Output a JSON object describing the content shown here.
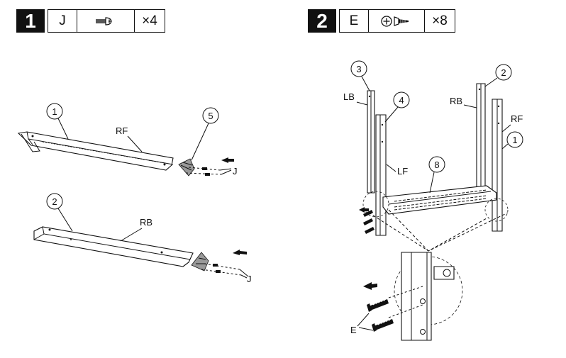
{
  "step1": {
    "number": "1",
    "part_letter": "J",
    "screw_icon": "pan-head-screw-icon",
    "quantity": "×4",
    "labels": {
      "front_rail": "RF",
      "back_rail": "RB",
      "hardware_front": "J",
      "hardware_back": "J"
    },
    "callouts": {
      "front_rail": "1",
      "bracket": "5",
      "back_rail": "2"
    }
  },
  "step2": {
    "number": "2",
    "part_letter": "E",
    "screw_icon": "phillips-screw-icon",
    "quantity": "×8",
    "labels": {
      "left_back": "LB",
      "right_back": "RB",
      "right_front": "RF",
      "left_front": "LF",
      "hardware": "E"
    },
    "callouts": {
      "left_back_leg": "3",
      "left_front_leg": "4",
      "right_back_leg": "2",
      "right_front_leg": "1",
      "shelf": "8"
    }
  }
}
